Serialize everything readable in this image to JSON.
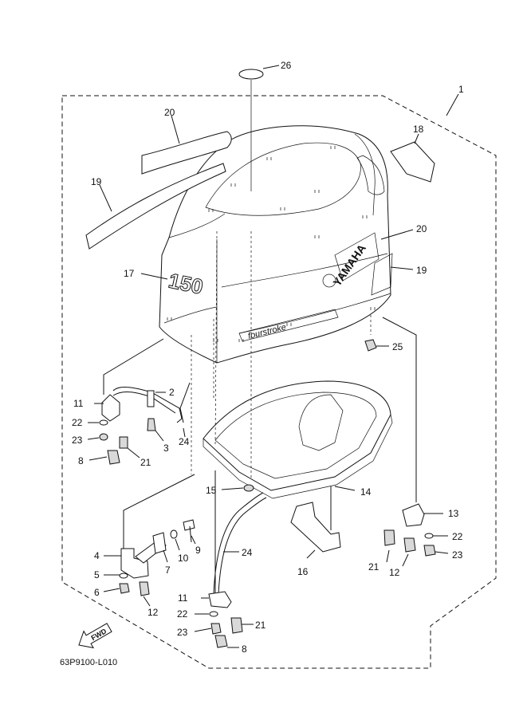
{
  "diagram": {
    "code": "63P9100-L010",
    "brand_text": "YAMAHA",
    "model_text": "150",
    "decal_text": "fourstroke",
    "fwd_text": "FWD",
    "callouts": [
      {
        "id": "c1",
        "text": "1"
      },
      {
        "id": "c2",
        "text": "2"
      },
      {
        "id": "c3",
        "text": "3"
      },
      {
        "id": "c4",
        "text": "4"
      },
      {
        "id": "c5",
        "text": "5"
      },
      {
        "id": "c6",
        "text": "6"
      },
      {
        "id": "c7",
        "text": "7"
      },
      {
        "id": "c8a",
        "text": "8"
      },
      {
        "id": "c8b",
        "text": "8"
      },
      {
        "id": "c9",
        "text": "9"
      },
      {
        "id": "c10",
        "text": "10"
      },
      {
        "id": "c11a",
        "text": "11"
      },
      {
        "id": "c11b",
        "text": "11"
      },
      {
        "id": "c12a",
        "text": "12"
      },
      {
        "id": "c12b",
        "text": "12"
      },
      {
        "id": "c13",
        "text": "13"
      },
      {
        "id": "c14",
        "text": "14"
      },
      {
        "id": "c15",
        "text": "15"
      },
      {
        "id": "c16",
        "text": "16"
      },
      {
        "id": "c17",
        "text": "17"
      },
      {
        "id": "c18",
        "text": "18"
      },
      {
        "id": "c19a",
        "text": "19"
      },
      {
        "id": "c19b",
        "text": "19"
      },
      {
        "id": "c20a",
        "text": "20"
      },
      {
        "id": "c20b",
        "text": "20"
      },
      {
        "id": "c21a",
        "text": "21"
      },
      {
        "id": "c21b",
        "text": "21"
      },
      {
        "id": "c21c",
        "text": "21"
      },
      {
        "id": "c22a",
        "text": "22"
      },
      {
        "id": "c22b",
        "text": "22"
      },
      {
        "id": "c22c",
        "text": "22"
      },
      {
        "id": "c23a",
        "text": "23"
      },
      {
        "id": "c23b",
        "text": "23"
      },
      {
        "id": "c23c",
        "text": "23"
      },
      {
        "id": "c24a",
        "text": "24"
      },
      {
        "id": "c24b",
        "text": "24"
      },
      {
        "id": "c25",
        "text": "25"
      },
      {
        "id": "c26",
        "text": "26"
      }
    ]
  }
}
